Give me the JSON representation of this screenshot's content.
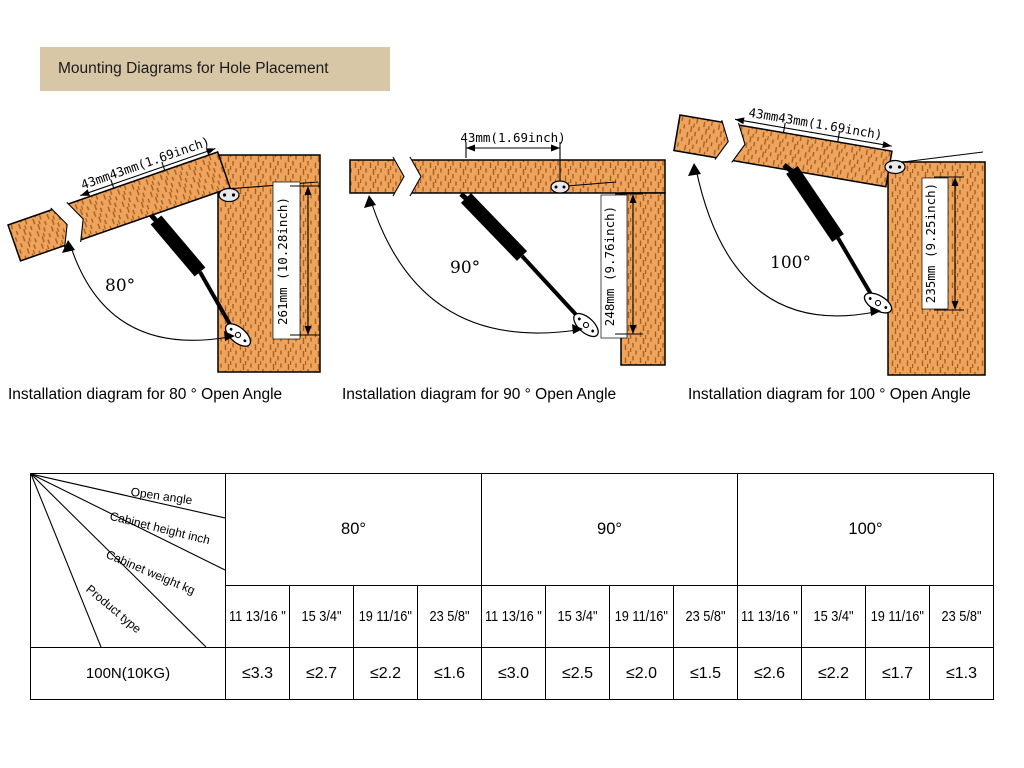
{
  "title": "Mounting Diagrams for Hole Placement",
  "diagrams": [
    {
      "angle": "80°",
      "door_dim": "43mm43mm(1.69inch)",
      "height_dim": "261mm (10.28inch)",
      "caption": "Installation diagram for 80 ° Open Angle"
    },
    {
      "angle": "90°",
      "door_dim": "43mm(1.69inch)",
      "height_dim": "248mm (9.76inch)",
      "caption": "Installation diagram for 90 ° Open Angle"
    },
    {
      "angle": "100°",
      "door_dim": "43mm43mm(1.69inch)",
      "height_dim": "235mm (9.25inch)",
      "caption": "Installation diagram for 100 ° Open Angle"
    }
  ],
  "table": {
    "corner_labels": [
      "Open angle",
      "Cabinet height inch",
      "Cabinet weight kg",
      "Product type"
    ],
    "angle_groups": [
      "80°",
      "90°",
      "100°"
    ],
    "size_headers": [
      "11 13/16 \"",
      "15 3/4\"",
      "19 11/16\"",
      "23 5/8\""
    ],
    "product_row_label": "100N(10KG)",
    "values": [
      "≤3.3",
      "≤2.7",
      "≤2.2",
      "≤1.6",
      "≤3.0",
      "≤2.5",
      "≤2.0",
      "≤1.5",
      "≤2.6",
      "≤2.2",
      "≤1.7",
      "≤1.3"
    ]
  },
  "colors": {
    "title_bg": "#d8c7a6",
    "wood_fill": "#efa45d",
    "wood_grain": "#a5601e",
    "line": "#000000"
  }
}
